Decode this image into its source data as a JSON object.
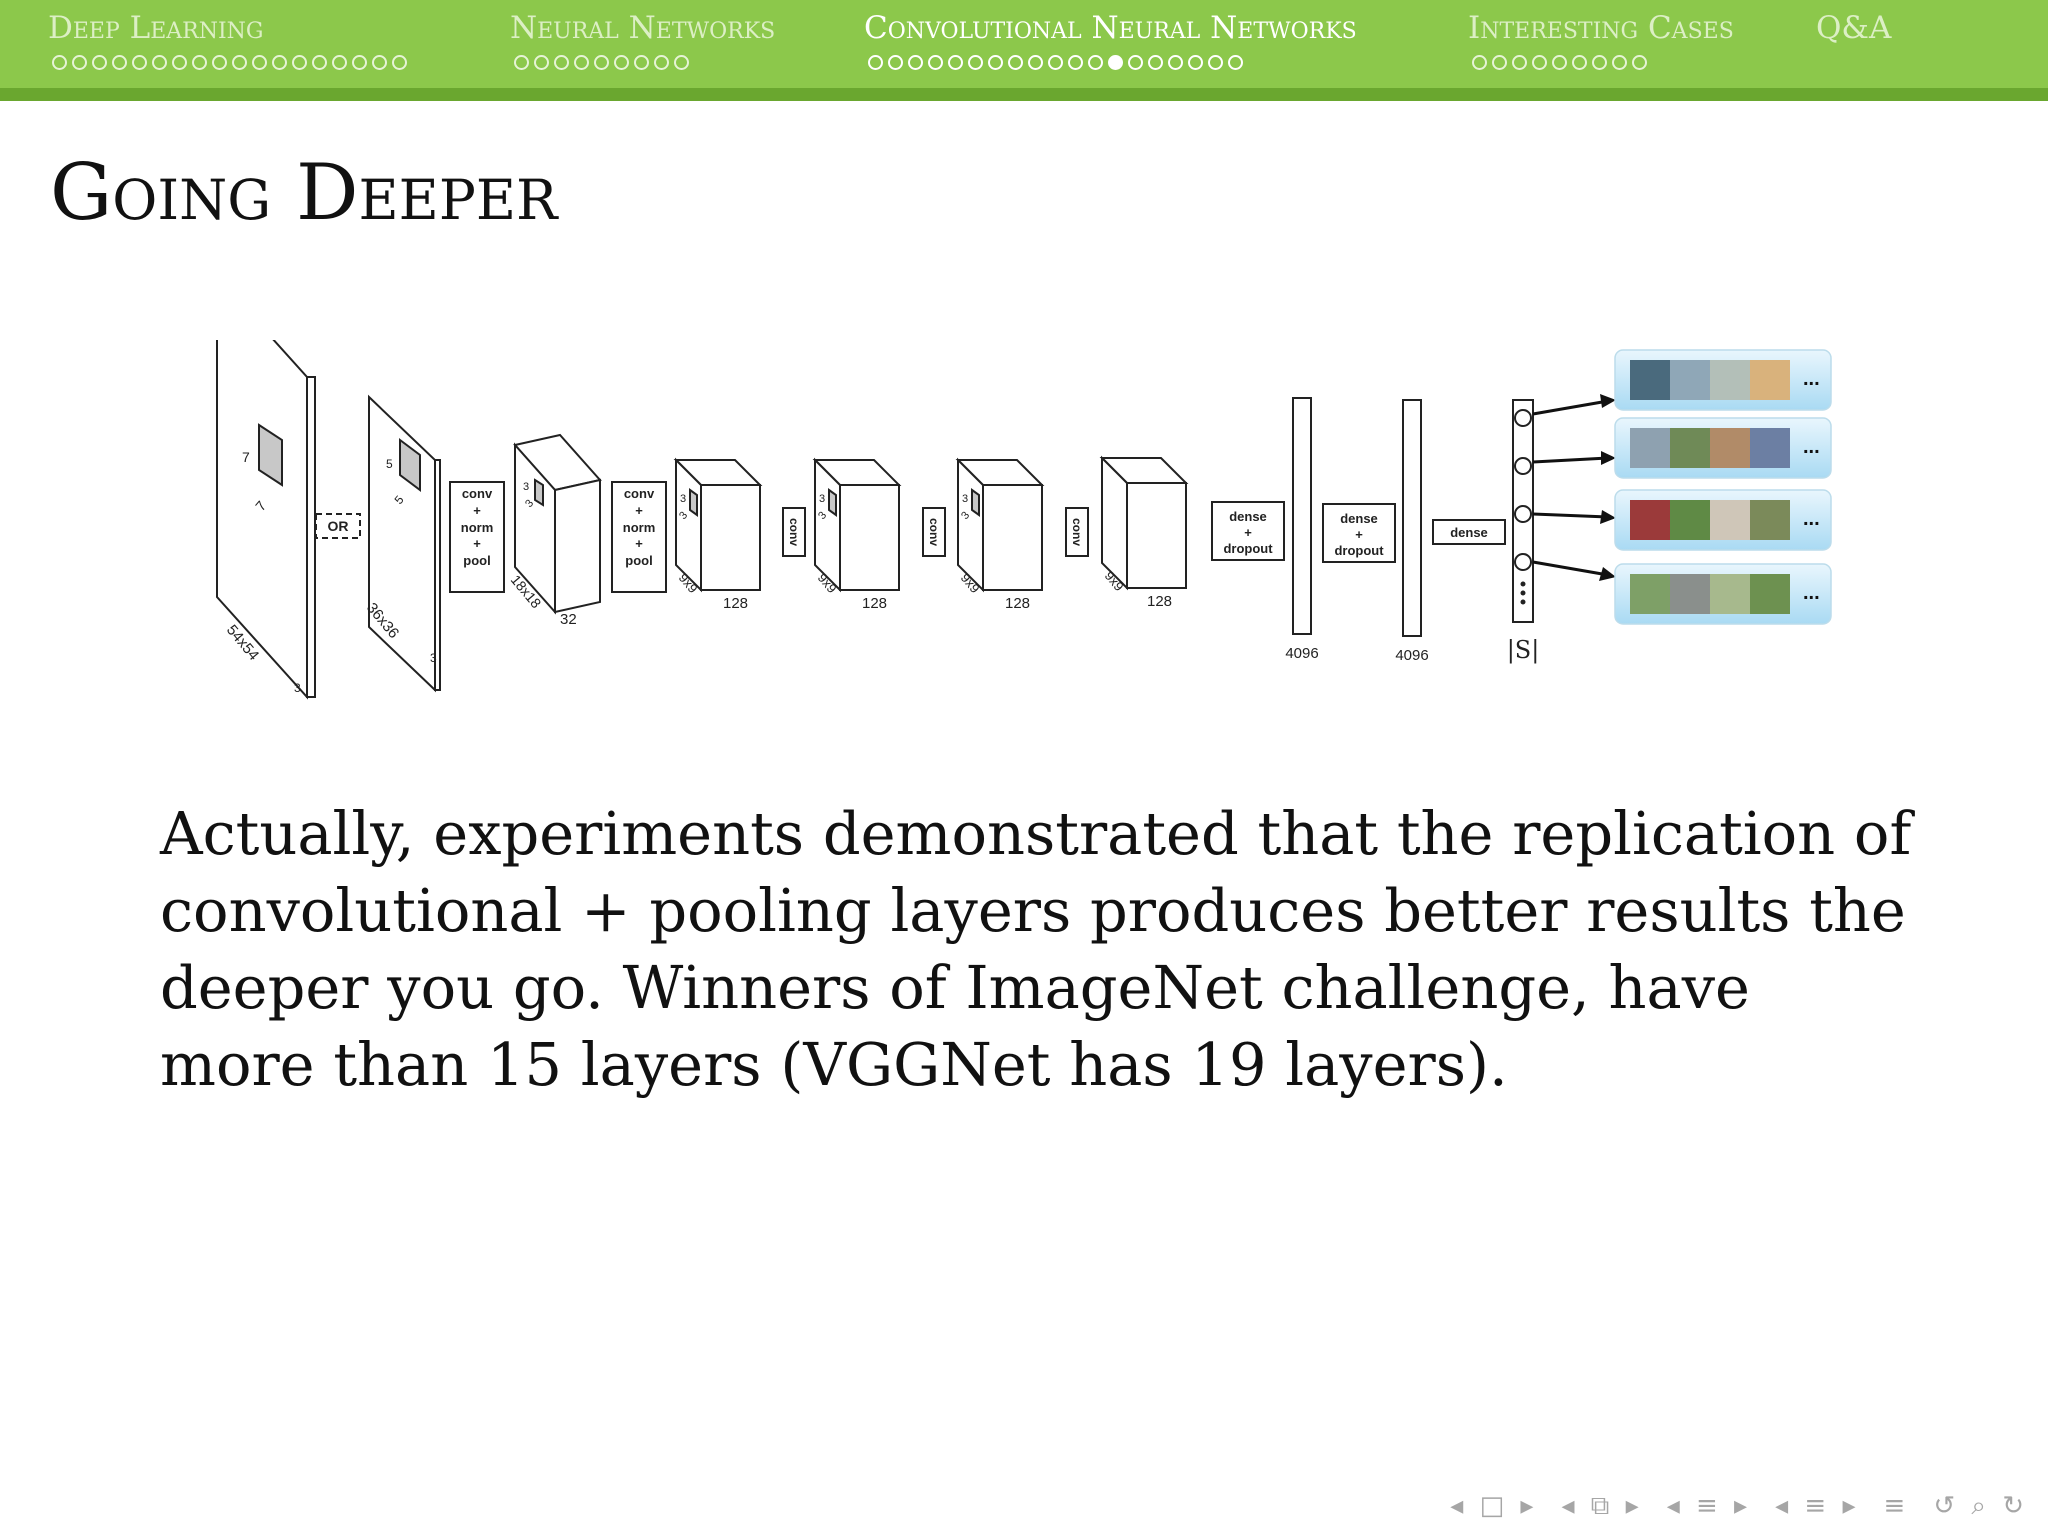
{
  "navbar": {
    "sections": [
      {
        "label": "Deep Learning",
        "dots": 18,
        "current": -1
      },
      {
        "label": "Neural Networks",
        "dots": 9,
        "current": -1
      },
      {
        "label": "Convolutional Neural Networks",
        "dots": 19,
        "current": 12
      },
      {
        "label": "Interesting Cases",
        "dots": 9,
        "current": -1
      },
      {
        "label": "Q&A",
        "dots": 0,
        "current": -1
      }
    ],
    "active_section": 2,
    "bar_color": "#8cc84b"
  },
  "frame_title": "Going Deeper",
  "diagram": {
    "input_labels": {
      "k1": "7",
      "k2": "7",
      "size": "54x54",
      "depth": "3"
    },
    "or_label": "OR",
    "input2_labels": {
      "k1": "5",
      "k2": "5",
      "size": "36x36",
      "depth": "3"
    },
    "block_conv_norm_pool": [
      "conv",
      "+",
      "norm",
      "+",
      "pool"
    ],
    "conv_label": "conv",
    "volumes": [
      {
        "k1": "3",
        "k2": "3",
        "size": "18x18",
        "depth": "32"
      },
      {
        "k1": "3",
        "k2": "3",
        "size": "9x9",
        "depth": "128"
      },
      {
        "k1": "3",
        "k2": "3",
        "size": "9x9",
        "depth": "128"
      },
      {
        "k1": "3",
        "k2": "3",
        "size": "9x9",
        "depth": "128"
      },
      {
        "size": "9x9",
        "depth": "128"
      }
    ],
    "dense_dropout": [
      "dense",
      "+",
      "dropout"
    ],
    "dense_label": "dense",
    "fc_sizes": [
      "4096",
      "4096"
    ],
    "output_label": "|S|",
    "ellipsis": "..."
  },
  "body_text": "Actually, experiments demonstrated that the replication of convolutional + pooling layers produces better results the deeper you go. Winners of ImageNet challenge, have more than 15 layers (VGGNet has 19 layers).",
  "nav_controls": [
    "◂ □ ▸",
    "◂ ⧉ ▸",
    "◂ ≡ ▸",
    "◂ ≡ ▸",
    "≡",
    "↺ ⌕ ↻"
  ]
}
